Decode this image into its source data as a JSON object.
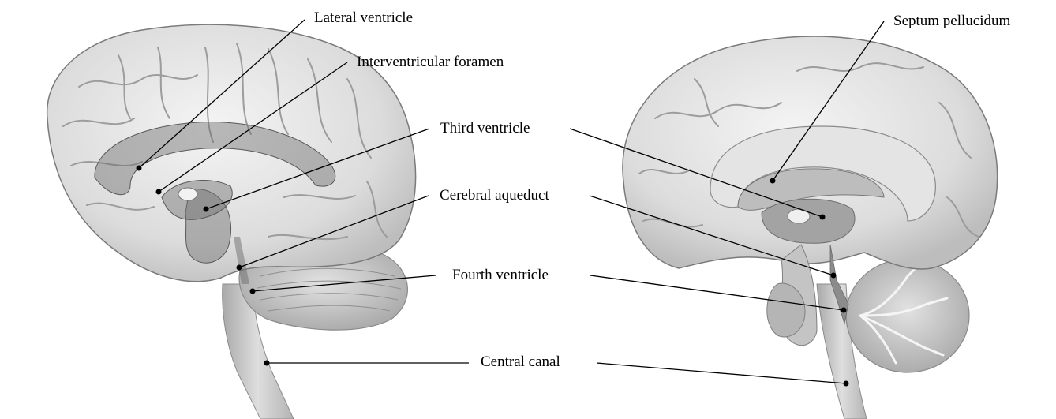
{
  "labels": {
    "lateral_ventricle": "Lateral ventricle",
    "interventricular_foramen": "Interventricular foramen",
    "third_ventricle": "Third ventricle",
    "cerebral_aqueduct": "Cerebral aqueduct",
    "fourth_ventricle": "Fourth ventricle",
    "central_canal": "Central canal",
    "septum_pellucidum": "Septum pellucidum"
  }
}
